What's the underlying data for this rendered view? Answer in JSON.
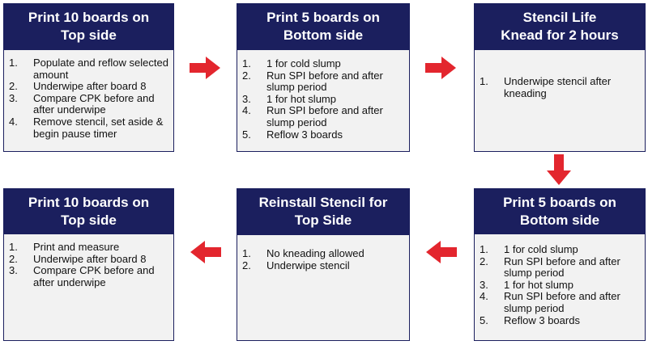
{
  "colors": {
    "header": "#1b1f5e",
    "body": "#f2f2f2",
    "arrow": "#e3262e"
  },
  "boxes": [
    {
      "title": [
        "Print 10 boards on",
        "Top side"
      ],
      "items": [
        {
          "num": "1.",
          "text": "Populate and reflow selected amount"
        },
        {
          "num": "2.",
          "text": "Underwipe  after board 8"
        },
        {
          "num": "3.",
          "text": "Compare CPK  before and after underwipe"
        },
        {
          "num": "4.",
          "text": "Remove stencil, set aside & begin pause timer"
        }
      ]
    },
    {
      "title": [
        "Print 5 boards on",
        "Bottom side"
      ],
      "items": [
        {
          "num": "1.",
          "text": "1 for cold slump"
        },
        {
          "num": "2.",
          "text": "Run SPI  before and after slump period"
        },
        {
          "num": "3.",
          "text": "1 for hot slump"
        },
        {
          "num": "4.",
          "text": "Run SPI before and after slump period"
        },
        {
          "num": "5.",
          "text": "Reflow  3  boards"
        }
      ]
    },
    {
      "title": [
        "Stencil Life",
        "Knead for 2 hours"
      ],
      "items": [
        {
          "num": "1.",
          "text": "Underwipe stencil after kneading"
        }
      ]
    },
    {
      "title": [
        "Print 5 boards on",
        "Bottom side"
      ],
      "items": [
        {
          "num": "1.",
          "text": "1 for cold slump"
        },
        {
          "num": "2.",
          "text": "Run SPI  before and after slump period"
        },
        {
          "num": "3.",
          "text": "1 for hot slump"
        },
        {
          "num": "4.",
          "text": "Run SPI before and after slump period"
        },
        {
          "num": "5.",
          "text": "Reflow  3  boards"
        }
      ]
    },
    {
      "title": [
        "Reinstall  Stencil for",
        "Top Side"
      ],
      "items": [
        {
          "num": "1.",
          "text": "No kneading allowed"
        },
        {
          "num": "2.",
          "text": "Underwipe  stencil"
        }
      ]
    },
    {
      "title": [
        "Print 10 boards on",
        "Top side"
      ],
      "items": [
        {
          "num": "1.",
          "text": "Print and measure"
        },
        {
          "num": "2.",
          "text": "Underwipe   after board 8"
        },
        {
          "num": "3.",
          "text": "Compare CPK before and after underwipe"
        }
      ]
    }
  ]
}
